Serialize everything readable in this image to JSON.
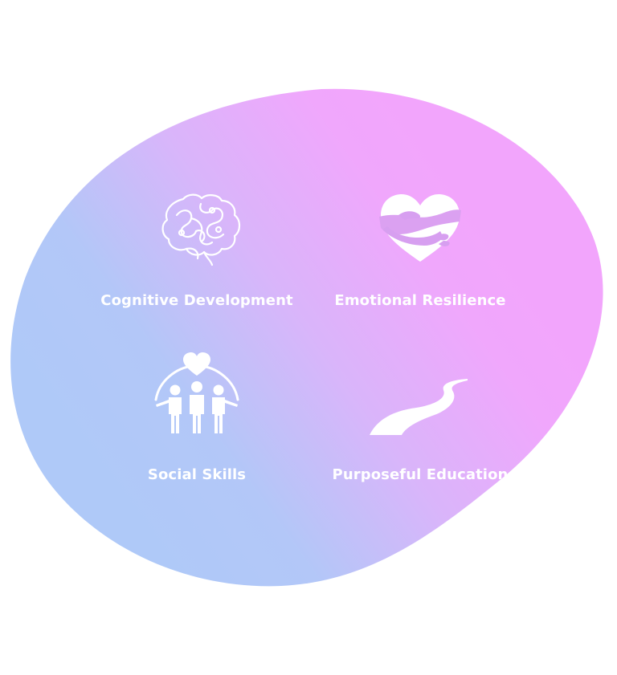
{
  "features": [
    {
      "label": "Cognitive Development",
      "icon": "brain-icon"
    },
    {
      "label": "Emotional Resilience",
      "icon": "heart-hug-icon"
    },
    {
      "label": "Social Skills",
      "icon": "family-heart-icon"
    },
    {
      "label": "Purposeful Education",
      "icon": "path-icon"
    }
  ],
  "colors": {
    "gradient_start": "#aec9f8",
    "gradient_mid": "#d8b6f9",
    "gradient_end": "#f1a6fc",
    "foreground": "#ffffff",
    "background": "#ffffff"
  }
}
